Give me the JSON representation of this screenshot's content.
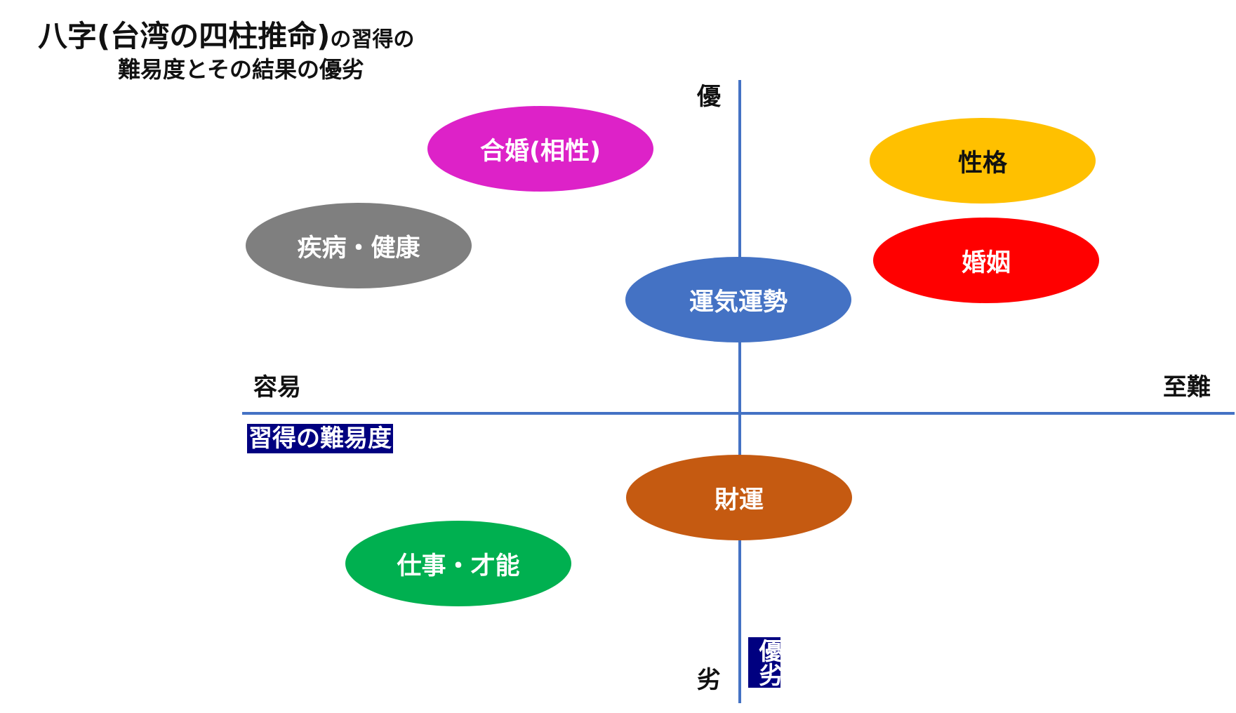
{
  "title": {
    "line1_main": "八字(台湾の四柱推命)",
    "line1_suffix": "の習得の",
    "line2": "難易度とその結果の優劣"
  },
  "axes": {
    "top_label": "優",
    "bottom_label": "劣",
    "left_label": "容易",
    "right_label": "至難",
    "horizontal_caption": "習得の難易度",
    "vertical_caption": "優劣",
    "line_color": "#4472C4",
    "caption_bg_color": "#000080"
  },
  "items": [
    {
      "label": "合婚(相性)",
      "color": "#DD22C8",
      "text_color": "#FFFFFF"
    },
    {
      "label": "性格",
      "color": "#FFC000",
      "text_color": "#111111"
    },
    {
      "label": "疾病・健康",
      "color": "#7F7F7F",
      "text_color": "#FFFFFF"
    },
    {
      "label": "婚姻",
      "color": "#FF0000",
      "text_color": "#FFFFFF"
    },
    {
      "label": "運気運勢",
      "color": "#4472C4",
      "text_color": "#FFFFFF"
    },
    {
      "label": "財運",
      "color": "#C55A11",
      "text_color": "#FFFFFF"
    },
    {
      "label": "仕事・才能",
      "color": "#00B050",
      "text_color": "#FFFFFF"
    }
  ]
}
